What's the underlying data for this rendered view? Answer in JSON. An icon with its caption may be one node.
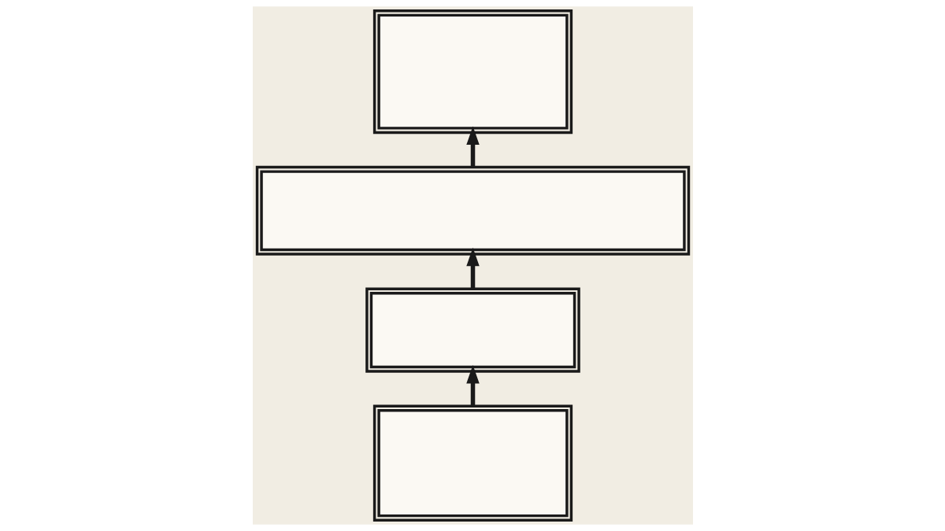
{
  "diagram": {
    "nodes": [
      {
        "text": [],
        "shape": "picture"
      },
      {
        "text": [],
        "shape": "picture"
      },
      {
        "text": [],
        "shape": "picture"
      },
      {
        "text": [],
        "shape": "picture"
      }
    ],
    "edges": [
      {
        "from": 3,
        "to": 2,
        "arrow": "to"
      },
      {
        "from": 2,
        "to": 1,
        "arrow": "to"
      },
      {
        "from": 1,
        "to": 0,
        "arrow": "to"
      }
    ]
  }
}
